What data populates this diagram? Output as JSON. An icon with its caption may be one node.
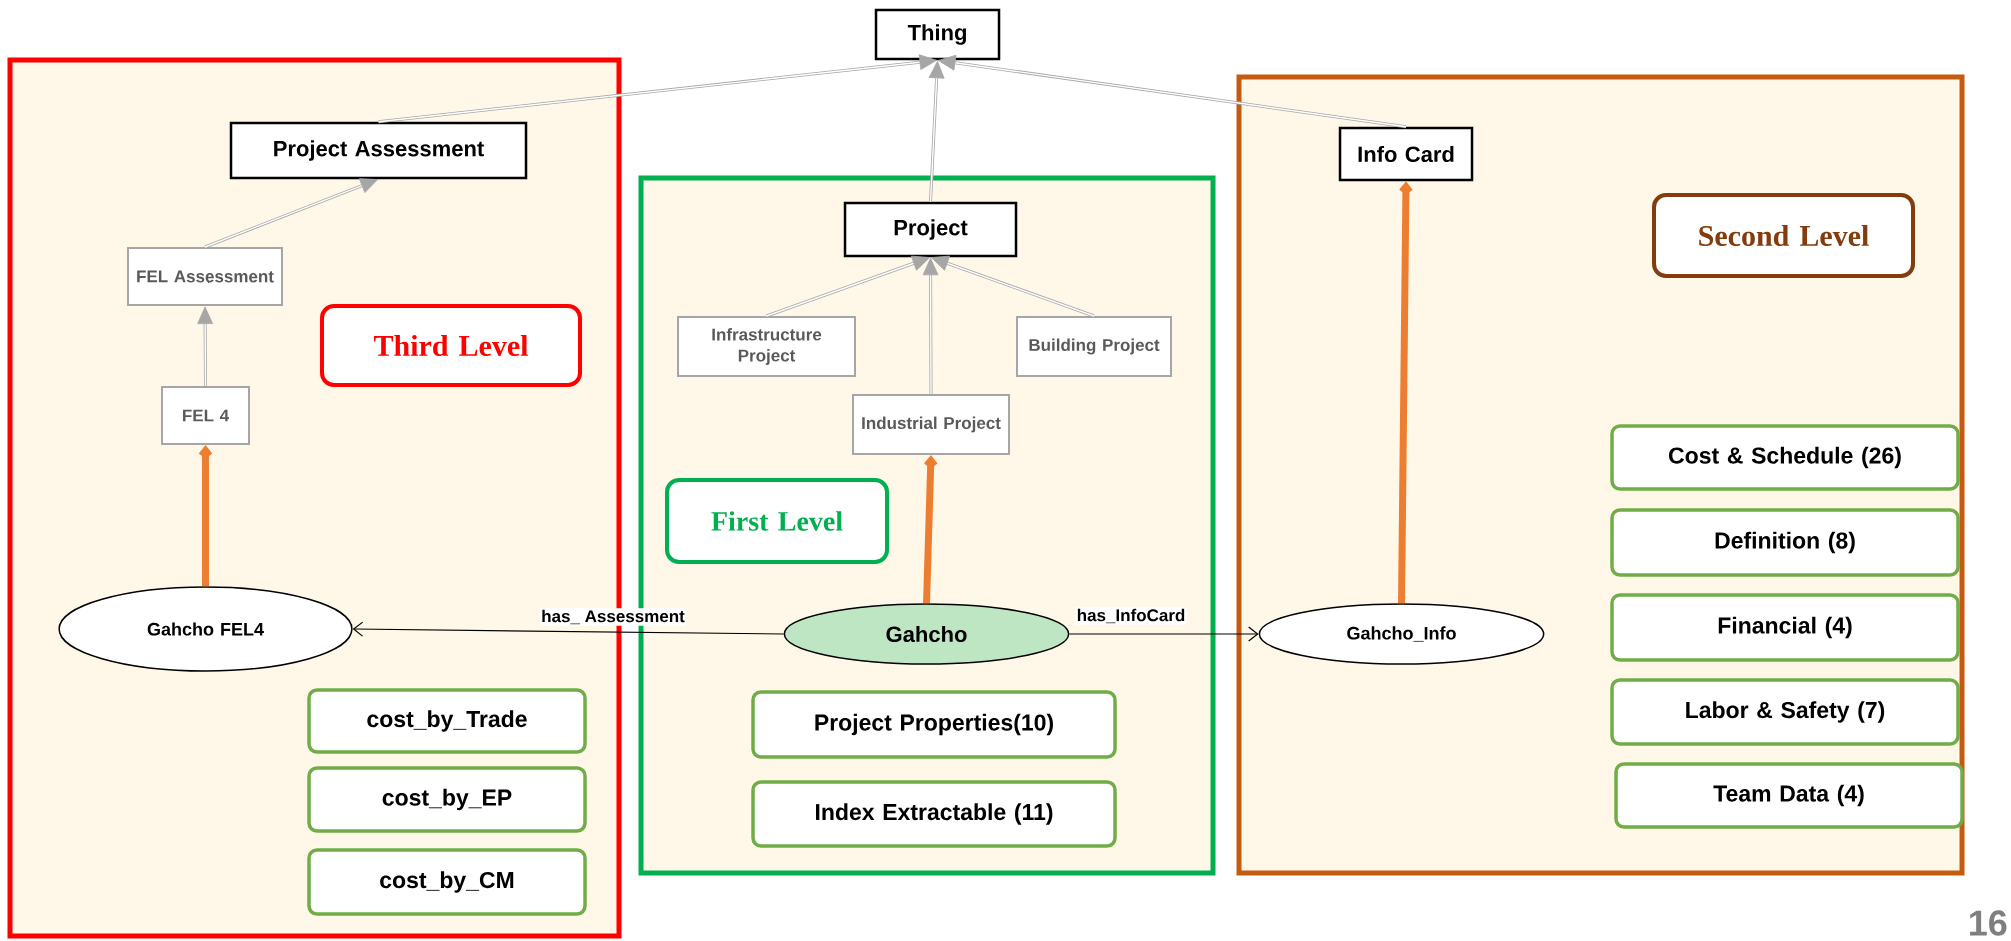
{
  "diagram": {
    "nodes": [
      {
        "text": [
          "Thing"
        ]
      },
      {
        "text": [],
        "shape": "box"
      },
      {
        "text": [
          "Project Assessment"
        ],
        "in": 1
      },
      {
        "text": [
          "FEL Assessment"
        ],
        "in": 1
      },
      {
        "text": [
          "Third Level"
        ],
        "in": 1
      },
      {
        "text": [
          "FEL 4"
        ],
        "in": 1
      },
      {
        "text": [
          "Gahcho FEL4"
        ],
        "in": 1
      },
      {
        "text": [
          "cost_by_Trade"
        ],
        "in": 1
      },
      {
        "text": [
          "cost_by_EP"
        ],
        "in": 1
      },
      {
        "text": [
          "cost_by_CM"
        ],
        "in": 1
      },
      {
        "text": [],
        "shape": "box"
      },
      {
        "text": [
          "Project"
        ],
        "in": 10
      },
      {
        "text": [
          "Infrastructure Project"
        ],
        "in": 10
      },
      {
        "text": [
          "Building Project"
        ],
        "in": 10
      },
      {
        "text": [
          "Industrial Project"
        ],
        "in": 10
      },
      {
        "text": [
          "First Level"
        ],
        "in": 10
      },
      {
        "text": [
          "Gahcho"
        ],
        "in": 10
      },
      {
        "text": [
          "Project Properties(10)"
        ],
        "in": 10
      },
      {
        "text": [
          "Index Extractable (11)"
        ],
        "in": 10
      },
      {
        "text": [],
        "shape": "box"
      },
      {
        "text": [
          "Info Card"
        ],
        "in": 19
      },
      {
        "text": [
          "Second Level"
        ],
        "in": 19
      },
      {
        "text": [
          "Gahcho_Info"
        ],
        "in": 19
      },
      {
        "text": [
          "Cost & Schedule (26)"
        ],
        "in": 19
      },
      {
        "text": [
          "Definition (8)"
        ],
        "in": 19
      },
      {
        "text": [
          "Financial (4)"
        ],
        "in": 19
      },
      {
        "text": [
          "Labor & Safety (7)"
        ],
        "in": 19
      },
      {
        "text": [
          "Team Data (4)"
        ],
        "in": 19
      }
    ],
    "edges": [
      {
        "from": 2,
        "to": 0,
        "arrow": "to"
      },
      {
        "from": 11,
        "to": 0,
        "arrow": "to"
      },
      {
        "from": 20,
        "to": 0,
        "arrow": "to"
      },
      {
        "from": 3,
        "to": 2,
        "arrow": "to"
      },
      {
        "from": 5,
        "to": 3,
        "arrow": "to"
      },
      {
        "from": 12,
        "to": 11,
        "arrow": "to"
      },
      {
        "from": 14,
        "to": 11,
        "arrow": "to"
      },
      {
        "from": 13,
        "to": 11,
        "arrow": "to"
      },
      {
        "from": 6,
        "to": 5,
        "arrow": "to",
        "style": "thick",
        "color": "#ed7d31"
      },
      {
        "from": 16,
        "to": 14,
        "arrow": "to",
        "style": "thick",
        "color": "#ed7d31"
      },
      {
        "from": 22,
        "to": 20,
        "arrow": "to",
        "style": "thick",
        "color": "#ed7d31"
      },
      {
        "from": 16,
        "to": 6,
        "arrow": "to",
        "label": "has_ Assessment",
        "color": "#000000"
      },
      {
        "from": 16,
        "to": 22,
        "arrow": "to",
        "label": "has_InfoCard",
        "color": "#000000"
      }
    ],
    "labels": [
      "16"
    ]
  }
}
